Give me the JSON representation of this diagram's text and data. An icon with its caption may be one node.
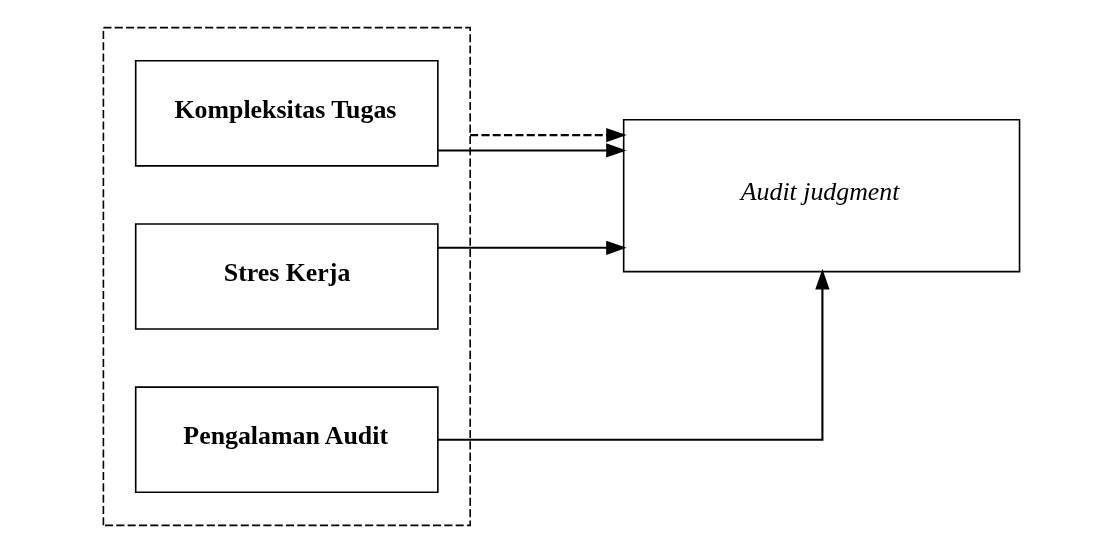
{
  "diagram": {
    "nodes": [
      {
        "text": [],
        "shape": "box"
      },
      {
        "text": [
          "Kompleksitas Tugas"
        ],
        "in": 0
      },
      {
        "text": [
          "Stres Kerja"
        ],
        "in": 0
      },
      {
        "text": [
          "Pengalaman Audit"
        ],
        "in": 0
      },
      {
        "text": [
          "Audit judgment"
        ]
      }
    ],
    "edges": [
      {
        "from": 1,
        "to": 4,
        "arrow": "to"
      },
      {
        "from": 2,
        "to": 4,
        "arrow": "to"
      },
      {
        "from": 3,
        "to": 4,
        "arrow": "to"
      },
      {
        "from": 0,
        "to": 4,
        "arrow": "to",
        "style": "dashed"
      }
    ]
  }
}
